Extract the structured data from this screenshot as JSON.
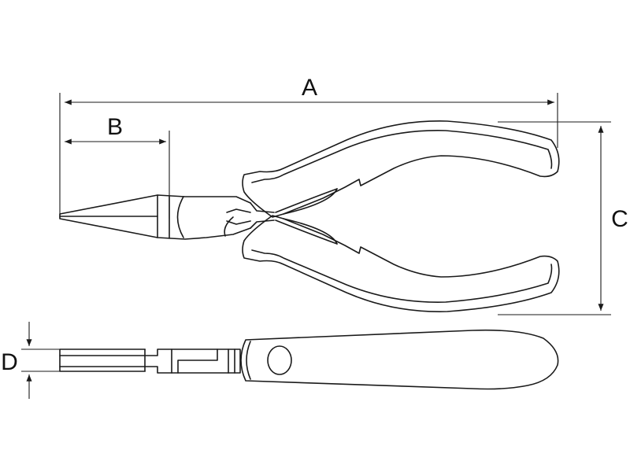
{
  "dimensions": {
    "a_label": "A",
    "b_label": "B",
    "c_label": "C",
    "d_label": "D"
  },
  "colors": {
    "line": "#1a1a1a",
    "background": "#ffffff"
  }
}
